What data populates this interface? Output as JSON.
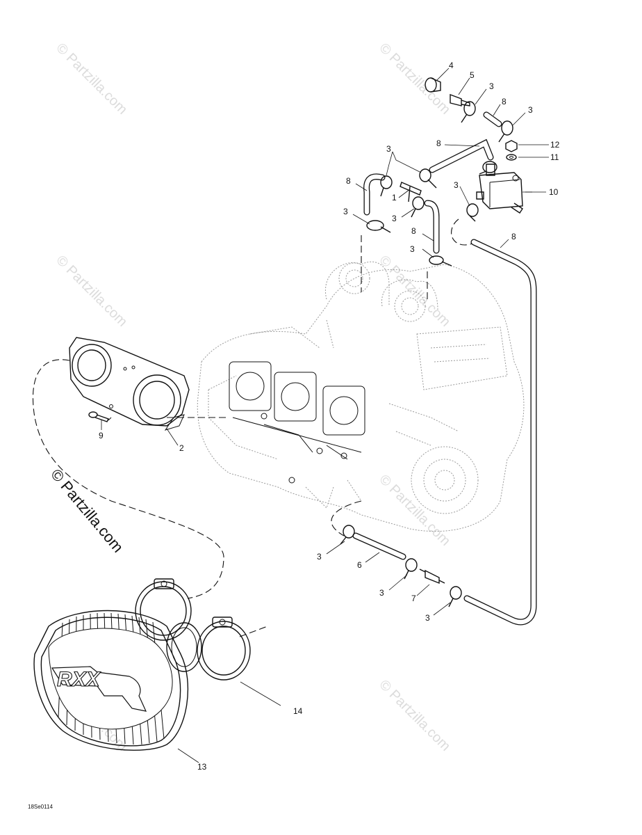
{
  "watermarks": {
    "small": "© Partzilla.com",
    "large": "© Partzilla.com"
  },
  "drawing_code": "18Se0114",
  "callouts": {
    "c1": "1",
    "c2": "2",
    "c3a": "3",
    "c3b": "3",
    "c3c": "3",
    "c3d": "3",
    "c3e": "3",
    "c3f": "3",
    "c3g": "3",
    "c3h": "3",
    "c3i": "3",
    "c3j": "3",
    "c4": "4",
    "c5": "5",
    "c6": "6",
    "c7": "7",
    "c8a": "8",
    "c8b": "8",
    "c8c": "8",
    "c8d": "8",
    "c8e": "8",
    "c9": "9",
    "c10": "10",
    "c11": "11",
    "c12": "12",
    "c13": "13",
    "c14": "14"
  },
  "filter_logo_text": "RXX"
}
